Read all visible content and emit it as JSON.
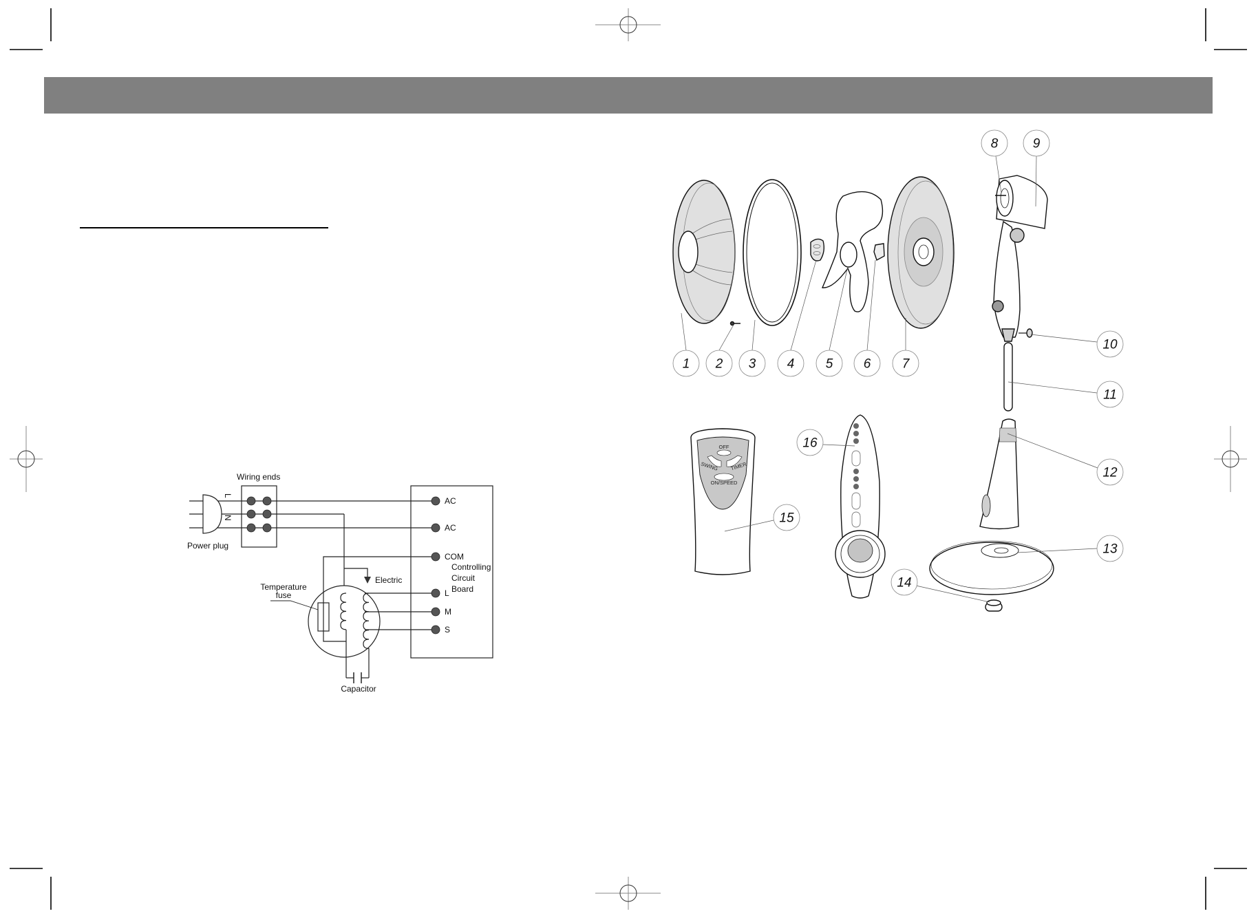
{
  "page": {
    "header_bar_color": "#808080",
    "background": "#ffffff"
  },
  "wiring_diagram": {
    "title_wiring_ends": "Wiring ends",
    "power_plug_label": "Power plug",
    "plug_pins": [
      "L",
      "N"
    ],
    "temperature_fuse_label": [
      "Temperature",
      "fuse"
    ],
    "electric_label": "Electric",
    "capacitor_label": "Capacitor",
    "board_label": [
      "Controlling",
      "Circuit",
      "Board"
    ],
    "terminals": [
      {
        "label": "AC"
      },
      {
        "label": "AC"
      },
      {
        "label": "COM"
      },
      {
        "label": "L"
      },
      {
        "label": "M"
      },
      {
        "label": "S"
      }
    ],
    "dot_color": "#555555"
  },
  "parts_diagram": {
    "labels": [
      "1",
      "2",
      "3",
      "4",
      "5",
      "6",
      "7",
      "8",
      "9",
      "10",
      "11",
      "12",
      "13",
      "14",
      "15",
      "16"
    ],
    "remote_buttons": {
      "off": "OFF",
      "swing": "SWING",
      "timer": "TIMER",
      "on_speed": "ON/SPEED"
    },
    "part_fill_color": "#d9d9d9",
    "accent_fill_color": "#bdbdbd"
  }
}
